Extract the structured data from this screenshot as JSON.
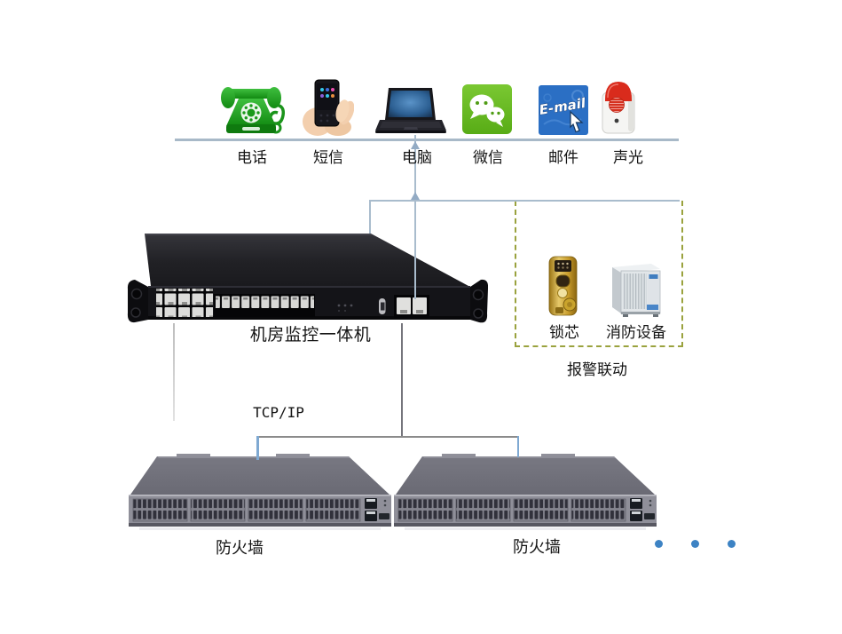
{
  "channels": {
    "items": [
      {
        "label": "电话",
        "icon": "green-telephone-icon"
      },
      {
        "label": "短信",
        "icon": "hand-phone-sms-icon"
      },
      {
        "label": "电脑",
        "icon": "laptop-computer-icon"
      },
      {
        "label": "微信",
        "icon": "wechat-icon"
      },
      {
        "label": "邮件",
        "icon": "email-icon",
        "icon_text": "E-mail"
      },
      {
        "label": "声光",
        "icon": "sound-light-siren-icon"
      }
    ]
  },
  "monitor": {
    "label": "机房监控一体机"
  },
  "network": {
    "label": "TCP/IP"
  },
  "alarm_linkage": {
    "caption": "报警联动",
    "items": [
      {
        "label": "锁芯",
        "icon": "door-lock-cylinder-icon"
      },
      {
        "label": "消防设备",
        "icon": "fire-fighting-equipment-icon"
      }
    ]
  },
  "firewalls": {
    "left": {
      "label": "防火墙"
    },
    "right": {
      "label": "防火墙"
    }
  },
  "ellipsis_dots": 3,
  "colors": {
    "connector_blue_gray": "#a9bccd",
    "connector_gray": "#8b8b8b",
    "connector_dark_gray": "#75757c",
    "drop_blue": "#7fa9d2",
    "dashed_border_olive": "#9aa23e",
    "ellipsis_dot_blue": "#3d83c4",
    "wechat_green": "#5fb922",
    "email_blue": "#2b6fc4",
    "phone_green": "#1b991b",
    "siren_red": "#d92b1c",
    "lock_gold": "#c79b2a"
  }
}
